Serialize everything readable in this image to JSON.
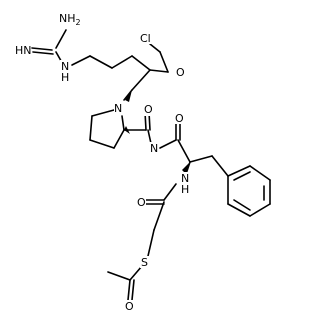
{
  "atoms": {
    "guanidine_nh2": "NH2",
    "guanidine_nh": "HN",
    "guanidine_n": "N",
    "h": "H",
    "chlorine": "Cl",
    "ketone_o": "O",
    "proline_n": "N",
    "amide1_o": "O",
    "amide1_n": "N",
    "amide2_o": "O",
    "amide2_n": "N",
    "amide3_o": "O",
    "sulfur": "S",
    "thioester_o": "O"
  }
}
